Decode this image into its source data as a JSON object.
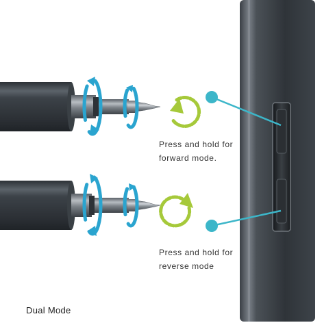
{
  "forward": {
    "label_line1": "Press and hold for",
    "label_line2": "forward mode.",
    "rotation_direction": "clockwise"
  },
  "reverse": {
    "label_line1": "Press and hold for",
    "label_line2": "reverse mode",
    "rotation_direction": "counterclockwise"
  },
  "caption": "Dual Mode",
  "colors": {
    "body_dark": "#33383d",
    "body_light": "#6a7077",
    "callout_teal": "#3cb6c9",
    "rotate_blue": "#2aa4cf",
    "arrow_green": "#a6c93a",
    "text": "#333333"
  },
  "icons": [
    "rotation-arrow-icon",
    "curved-arrow-icon",
    "callout-dot-icon"
  ]
}
